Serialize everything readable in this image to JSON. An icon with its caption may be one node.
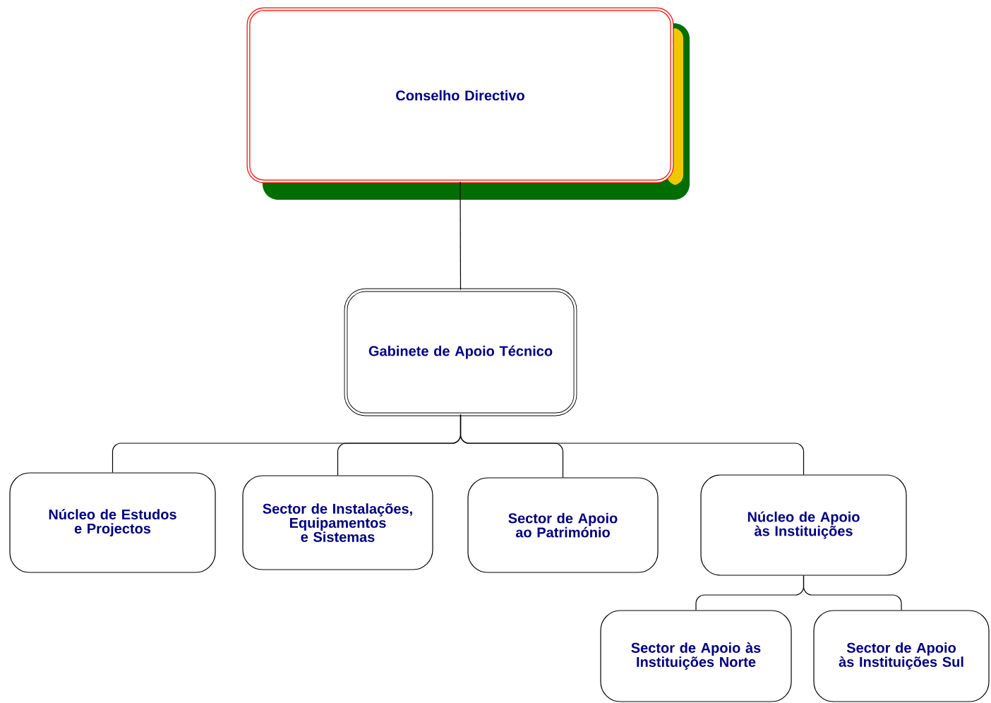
{
  "diagram": {
    "nodes": [
      {
        "text": [
          "Conselho Directivo"
        ]
      },
      {
        "text": [
          "Gabinete de Apoio Técnico"
        ]
      },
      {
        "text": [
          "Núcleo de Estudos e Projectos"
        ]
      },
      {
        "text": [
          "Sector de Instalações, Equipamentos e Sistemas"
        ]
      },
      {
        "text": [
          "Sector de Apoio ao Património"
        ]
      },
      {
        "text": [
          "Núcleo de Apoio às Instituições"
        ]
      },
      {
        "text": [
          "Sector de Apoio às Instituições Norte"
        ]
      },
      {
        "text": [
          "Sector de Apoio às Instituições Sul"
        ]
      }
    ],
    "edges": [
      {
        "from": 0,
        "to": 1,
        "arrow": "none"
      },
      {
        "from": 1,
        "to": 2,
        "arrow": "none"
      },
      {
        "from": 1,
        "to": 3,
        "arrow": "none"
      },
      {
        "from": 1,
        "to": 4,
        "arrow": "none"
      },
      {
        "from": 1,
        "to": 5,
        "arrow": "none"
      },
      {
        "from": 5,
        "to": 6,
        "arrow": "none"
      },
      {
        "from": 5,
        "to": 7,
        "arrow": "none"
      }
    ]
  }
}
